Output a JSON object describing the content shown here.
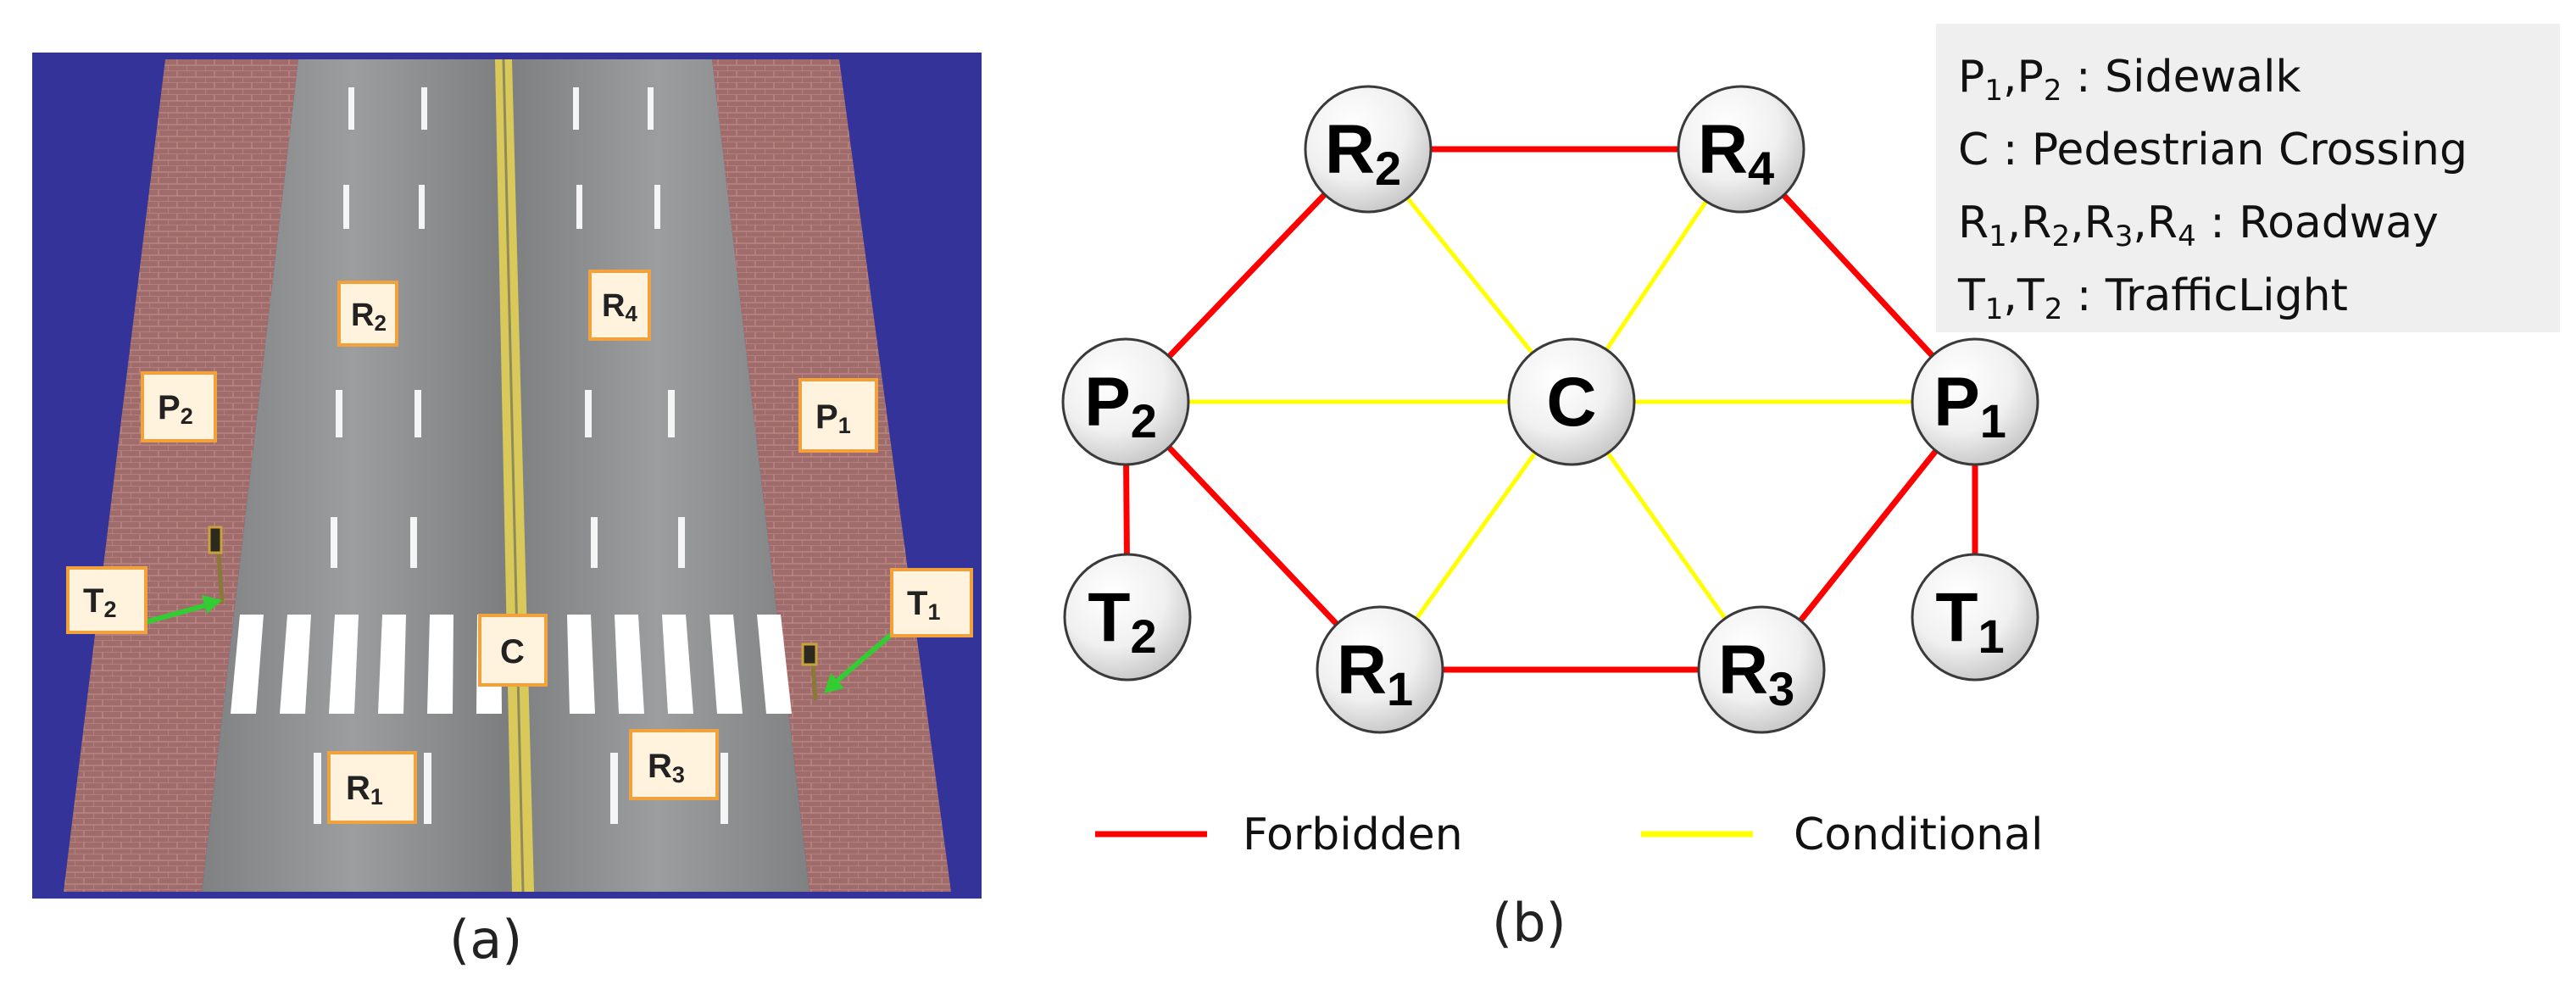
{
  "panel_a": {
    "caption": "(a)",
    "labels": {
      "R2": {
        "main": "R",
        "sub": "2"
      },
      "R4": {
        "main": "R",
        "sub": "4"
      },
      "P2": {
        "main": "P",
        "sub": "2"
      },
      "P1": {
        "main": "P",
        "sub": "1"
      },
      "T2": {
        "main": "T",
        "sub": "2"
      },
      "T1": {
        "main": "T",
        "sub": "1"
      },
      "C": {
        "main": "C",
        "sub": ""
      },
      "R1": {
        "main": "R",
        "sub": "1"
      },
      "R3": {
        "main": "R",
        "sub": "3"
      }
    }
  },
  "panel_b": {
    "caption": "(b)",
    "nodes": {
      "R2": {
        "main": "R",
        "sub": "2"
      },
      "R4": {
        "main": "R",
        "sub": "4"
      },
      "P2": {
        "main": "P",
        "sub": "2"
      },
      "C": {
        "main": "C",
        "sub": ""
      },
      "P1": {
        "main": "P",
        "sub": "1"
      },
      "T2": {
        "main": "T",
        "sub": "2"
      },
      "R1": {
        "main": "R",
        "sub": "1"
      },
      "R3": {
        "main": "R",
        "sub": "3"
      },
      "T1": {
        "main": "T",
        "sub": "1"
      }
    },
    "edges_forbidden": [
      [
        "R2",
        "R4"
      ],
      [
        "R2",
        "P2"
      ],
      [
        "R4",
        "P1"
      ],
      [
        "P2",
        "T2"
      ],
      [
        "P2",
        "R1"
      ],
      [
        "R1",
        "R3"
      ],
      [
        "R3",
        "P1"
      ],
      [
        "P1",
        "T1"
      ]
    ],
    "edges_conditional": [
      [
        "R2",
        "C"
      ],
      [
        "R4",
        "C"
      ],
      [
        "P2",
        "C"
      ],
      [
        "C",
        "P1"
      ],
      [
        "C",
        "R1"
      ],
      [
        "C",
        "R3"
      ]
    ],
    "legend": {
      "forbidden": {
        "label": "Forbidden",
        "color": "#ff0000"
      },
      "conditional": {
        "label": "Conditional",
        "color": "#ffff00"
      }
    },
    "key_box": {
      "line1": {
        "a": "P",
        "a_sub": "1",
        "b": ",P",
        "b_sub": "2",
        "rest": " : Sidewalk"
      },
      "line2": {
        "text": "C : Pedestrian Crossing"
      },
      "line3": {
        "a": "R",
        "a_sub": "1",
        "b": ",R",
        "b_sub": "2",
        "c": ",R",
        "c_sub": "3",
        "d": ",R",
        "d_sub": "4",
        "rest": " : Roadway"
      },
      "line4": {
        "a": "T",
        "a_sub": "1",
        "b": ",T",
        "b_sub": "2",
        "rest": " : TrafficLight"
      }
    }
  },
  "colors": {
    "forbidden": "#ff0000",
    "conditional": "#ffff00",
    "background_blue": "#333399",
    "sidewalk": "#9e6a6a",
    "road": "#8a8c8d",
    "label_fill": "#fff3dd",
    "label_border": "#f2a23c",
    "key_box": "#efefef"
  }
}
